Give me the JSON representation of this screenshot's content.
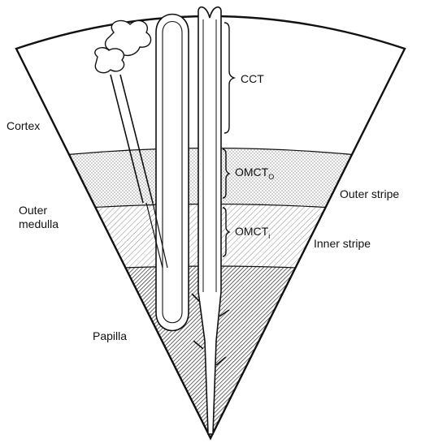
{
  "colors": {
    "ink": "#111111",
    "paper": "#ffffff",
    "outer_stripe_fill": "#cfcfcf",
    "inner_stripe_fill": "#9a9a9a",
    "papilla_fill": "#3a3a3a"
  },
  "zones": {
    "cortex": {
      "label": "Cortex"
    },
    "outer_medulla": {
      "label_line1": "Outer",
      "label_line2": "medulla"
    },
    "outer_stripe": {
      "label": "Outer stripe"
    },
    "inner_stripe": {
      "label": "Inner stripe"
    },
    "papilla": {
      "label": "Papilla"
    }
  },
  "segments": {
    "cct": {
      "label": "CCT"
    },
    "omct_o": {
      "label": "OMCT",
      "subscript": "O"
    },
    "omct_i": {
      "label": "OMCT",
      "subscript": "i"
    }
  }
}
